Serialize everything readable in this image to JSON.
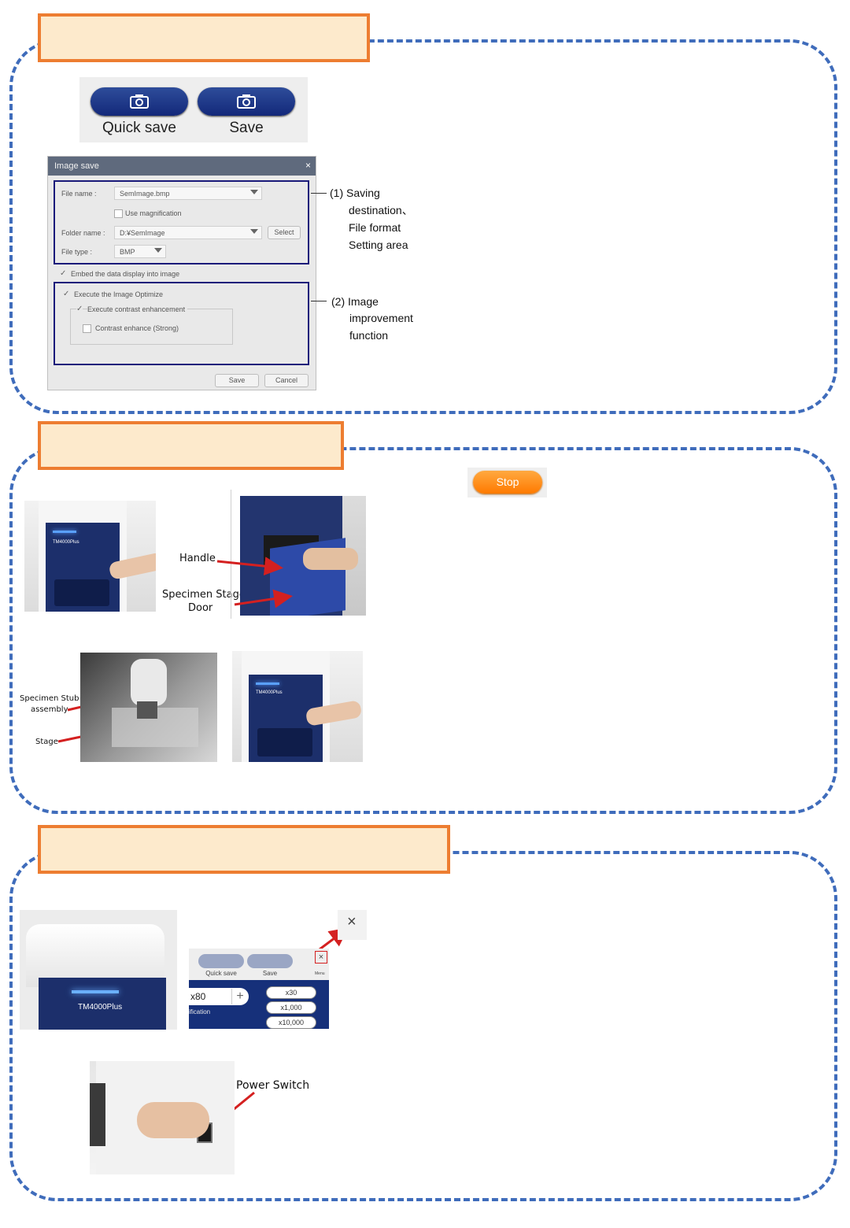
{
  "colors": {
    "dash": "#3f6cbb",
    "title_fill": "#fdeacc",
    "title_border": "#ed7d31",
    "arrow": "#d42020",
    "stop_button": "#ff8c00",
    "navy_button": "#1f3a8a"
  },
  "section1": {
    "buttons": {
      "quick_save": "Quick save",
      "save": "Save",
      "icon": "camera-icon"
    },
    "dialog": {
      "title": "Image save",
      "close": "×",
      "file_name_label": "File name :",
      "file_name_value": "SemImage.bmp",
      "use_magnification": "Use magnification",
      "folder_name_label": "Folder name :",
      "folder_name_value": "D:¥SemImage",
      "select_button": "Select",
      "file_type_label": "File type :",
      "file_type_value": "BMP",
      "embed_data": "Embed the data display into image",
      "execute_optimize": "Execute the Image Optimize",
      "execute_contrast": "Execute contrast enhancement",
      "contrast_strong": "Contrast enhance (Strong)",
      "save_button": "Save",
      "cancel_button": "Cancel"
    },
    "callout1": [
      "(1) Saving",
      "destination、",
      "File format",
      "Setting area"
    ],
    "callout2": [
      "(2) Image",
      "improvement",
      "function"
    ]
  },
  "section2": {
    "stop_button": "Stop",
    "labels": {
      "handle": "Handle",
      "door_line1": "Specimen Stage",
      "door_line2": "Door",
      "stub_line1": "Specimen Stub",
      "stub_line2": "assembly",
      "stage": "Stage"
    },
    "device_brand": "TM4000Plus"
  },
  "section3": {
    "close_icon": "×",
    "device_brand": "TM4000Plus",
    "toolbar": {
      "quick_save": "Quick save",
      "save": "Save",
      "menu": "Menu",
      "close": "×"
    },
    "magnification": {
      "value": "x80",
      "label": "ification",
      "plus": "+",
      "presets": [
        "x30",
        "x1,000",
        "x10,000"
      ]
    },
    "power_switch": "Power Switch"
  }
}
